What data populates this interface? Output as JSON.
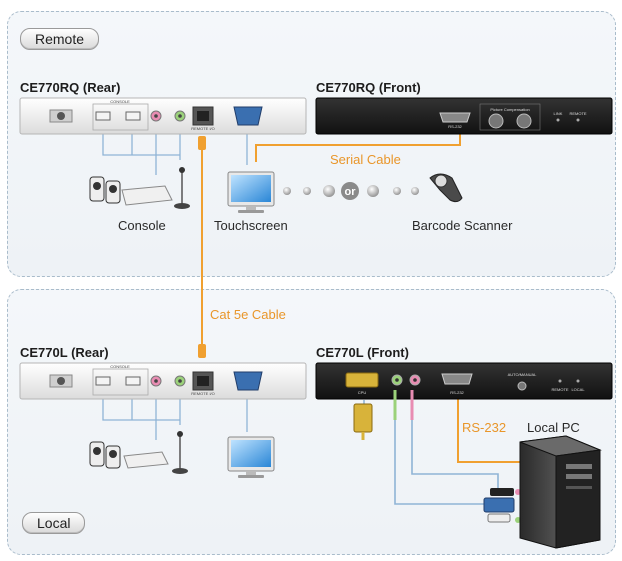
{
  "sections": {
    "remote": "Remote",
    "local": "Local"
  },
  "devices": {
    "remote_rear": "CE770RQ (Rear)",
    "remote_front": "CE770RQ (Front)",
    "local_rear": "CE770L (Rear)",
    "local_front": "CE770L (Front)"
  },
  "labels": {
    "console": "Console",
    "touchscreen": "Touchscreen",
    "barcode_scanner": "Barcode Scanner",
    "or": "or",
    "serial_cable": "Serial Cable",
    "cat5e_cable": "Cat 5e Cable",
    "rs232": "RS-232",
    "local_pc": "Local PC"
  },
  "panel_text": {
    "console_port": "CONSOLE",
    "remote_io": "REMOTE I/O",
    "rs232_port": "RS-232",
    "picture_compensation": "Picture Compensation",
    "link": "LINK",
    "remote": "REMOTE",
    "cpu": "CPU",
    "auto_manual": "AUTO/MANUAL",
    "local": "LOCAL"
  },
  "colors": {
    "cable_orange": "#f0a030",
    "cable_blue": "#8fb4d6",
    "panel_border": "#a9bccb",
    "device_dark": "#1c1c1c"
  }
}
